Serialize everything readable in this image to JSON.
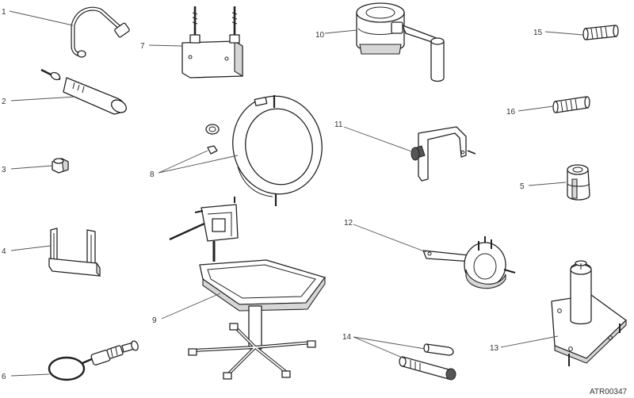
{
  "callouts": [
    "1",
    "2",
    "3",
    "4",
    "5",
    "6",
    "7",
    "8",
    "9",
    "10",
    "11",
    "12",
    "13",
    "14",
    "15",
    "16"
  ],
  "reference_code": "ATR00347",
  "colors": {
    "line": "#222222",
    "shade": "#d6d6d6",
    "dark": "#555555",
    "label": "#333333"
  }
}
